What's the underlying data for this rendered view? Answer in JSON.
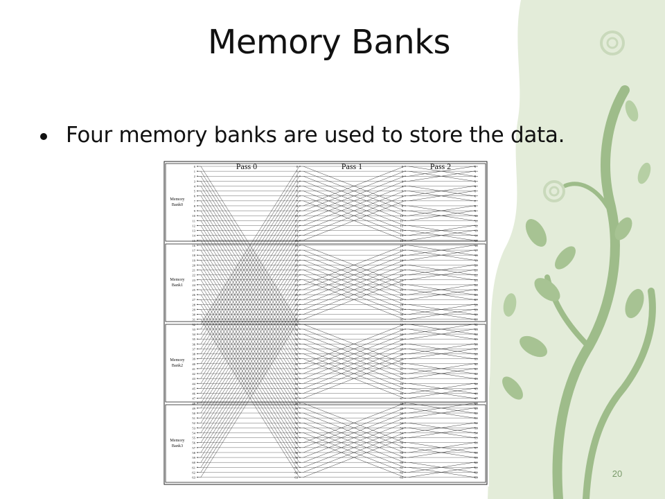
{
  "slide": {
    "title": "Memory Banks",
    "bullets": [
      "Four memory banks are used to store the data."
    ],
    "slide_number": "20"
  },
  "figure": {
    "pass_labels": [
      "Pass 0",
      "Pass 1",
      "Pass 2"
    ],
    "bank_labels": [
      [
        "Memory",
        "Bank0"
      ],
      [
        "Memory",
        "Bank1"
      ],
      [
        "Memory",
        "Bank2"
      ],
      [
        "Memory",
        "Bank3"
      ]
    ],
    "line_indices": [
      "0",
      "1",
      "2",
      "3",
      "4",
      "5",
      "6",
      "7",
      "8",
      "9",
      "10",
      "11",
      "12",
      "13",
      "14",
      "15",
      "16",
      "17",
      "18",
      "19",
      "20",
      "21",
      "22",
      "23",
      "24",
      "25",
      "26",
      "27",
      "28",
      "29",
      "30",
      "31",
      "32",
      "33",
      "34",
      "35",
      "36",
      "37",
      "38",
      "39",
      "40",
      "41",
      "42",
      "43",
      "44",
      "45",
      "46",
      "47",
      "48",
      "49",
      "50",
      "51",
      "52",
      "53",
      "54",
      "55",
      "56",
      "57",
      "58",
      "59",
      "60",
      "61",
      "62",
      "63"
    ]
  },
  "colors": {
    "background": "#ffffff",
    "text": "#111111",
    "decor_panel": "#e3ecd9",
    "decor_vine": "#8fb07a",
    "slide_number": "#7a9a6a",
    "diagram_line": "#222222"
  }
}
